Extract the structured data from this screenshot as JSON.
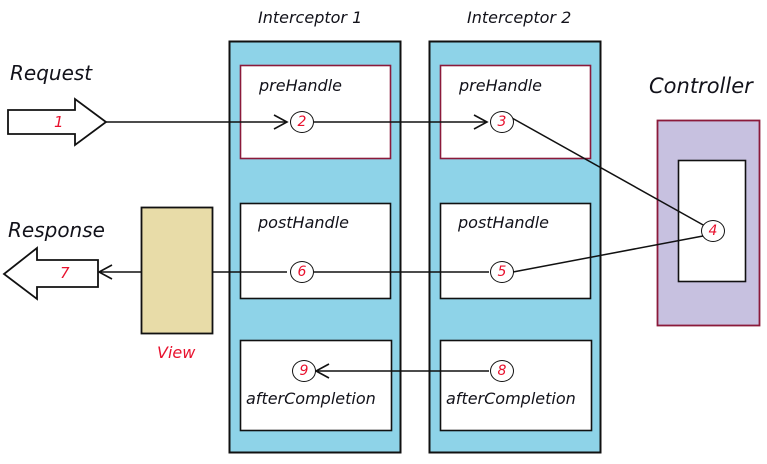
{
  "diagram": {
    "title_interceptor_1": "Interceptor 1",
    "title_interceptor_2": "Interceptor 2",
    "title_controller": "Controller",
    "label_request": "Request",
    "label_response": "Response",
    "label_view": "View",
    "colors": {
      "interceptor_fill": "#8ed3e8",
      "controller_fill": "#c7c1e0",
      "controller_border": "#8b1a3a",
      "view_fill": "#e8dca8",
      "prehandle_border": "#8b1a3a",
      "box_border": "#111111",
      "number_color": "#e8112d",
      "text_color": "#12121a",
      "page_background": "#ffffff"
    },
    "interceptor_1": {
      "name": "Interceptor 1",
      "methods": [
        {
          "name": "preHandle",
          "step": "2"
        },
        {
          "name": "postHandle",
          "step": "6"
        },
        {
          "name": "afterCompletion",
          "step": "9"
        }
      ]
    },
    "interceptor_2": {
      "name": "Interceptor 2",
      "methods": [
        {
          "name": "preHandle",
          "step": "3"
        },
        {
          "name": "postHandle",
          "step": "5"
        },
        {
          "name": "afterCompletion",
          "step": "8"
        }
      ]
    },
    "controller": {
      "name": "Controller",
      "step": "4"
    },
    "request_arrow": {
      "label": "Request",
      "step": "1"
    },
    "response_arrow": {
      "label": "Response",
      "step": "7"
    },
    "view": {
      "label": "View"
    },
    "flow_order": [
      "1",
      "2",
      "3",
      "4",
      "5",
      "6",
      "7",
      "8",
      "9"
    ]
  }
}
